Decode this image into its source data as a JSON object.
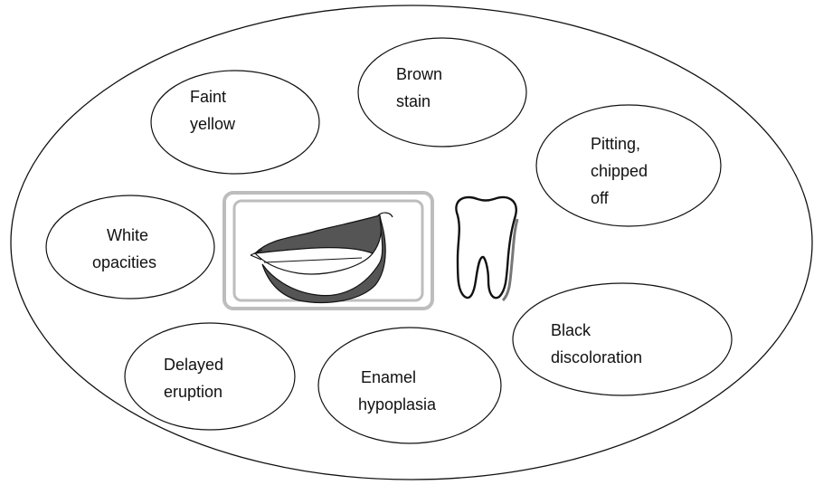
{
  "colors": {
    "stroke": "#111111",
    "frame": "#bdbdbd",
    "lip": "#555555",
    "background": "#ffffff"
  },
  "icons": {
    "center": "smile-mouth-icon",
    "side": "molar-tooth-icon"
  },
  "items": [
    {
      "key": "faint_yellow",
      "lines": [
        "Faint",
        "yellow"
      ]
    },
    {
      "key": "brown_stain",
      "lines": [
        "Brown",
        "stain"
      ]
    },
    {
      "key": "pitting",
      "lines": [
        "Pitting,",
        "chipped",
        "off"
      ]
    },
    {
      "key": "white_opacities",
      "lines": [
        "White",
        "opacities"
      ]
    },
    {
      "key": "black_discoloration",
      "lines": [
        "Black",
        "discoloration"
      ]
    },
    {
      "key": "delayed_eruption",
      "lines": [
        "Delayed",
        "eruption"
      ]
    },
    {
      "key": "enamel_hypoplasia",
      "lines": [
        "Enamel",
        "hypoplasia"
      ]
    }
  ]
}
